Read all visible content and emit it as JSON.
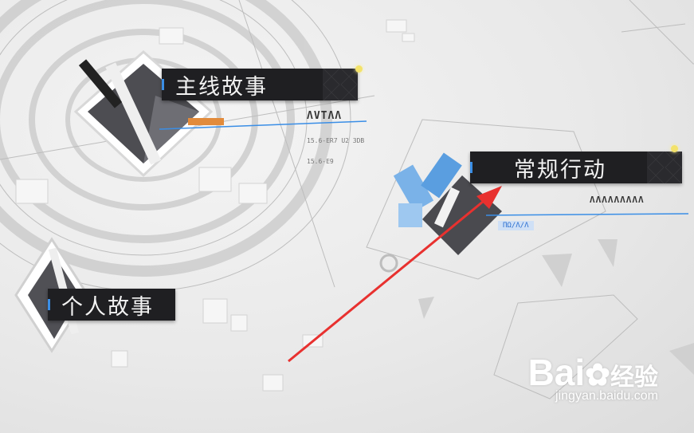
{
  "menu": {
    "main_story": "主线故事",
    "regular_action": "常规行动",
    "personal_story": "个人故事"
  },
  "decor": {
    "code_small_1": "15.6-ER7 U2 3DB",
    "code_small_2": "15.6-E9",
    "glyph_row_main": "ΛVTΛΛ",
    "glyph_row_regular": "ΛΛΛΛΛΛΛΛΛ",
    "blue_tag": "ΠΩ/Λ/Λ"
  },
  "watermark": {
    "logo_text": "Bai",
    "logo_text_2": "经验",
    "url": "jingyan.baidu.com"
  },
  "colors": {
    "label_bg": "#1f1f22",
    "accent_blue": "#3a8ee6",
    "accent_orange": "#e28b3b",
    "arrow_red": "#e8312f",
    "node_yellow": "#f3e26a"
  },
  "icons": [
    "main-story-node-icon",
    "regular-action-node-icon",
    "personal-story-node-icon",
    "red-arrow-annotation-icon",
    "baidu-paw-icon"
  ]
}
